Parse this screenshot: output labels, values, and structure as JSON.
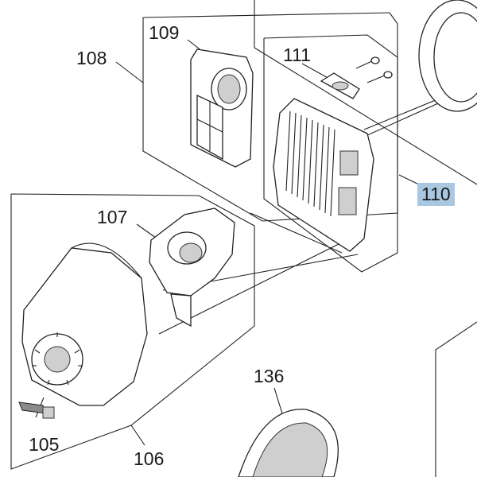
{
  "diagram": {
    "callouts": [
      {
        "id": "105",
        "text": "105"
      },
      {
        "id": "106",
        "text": "106"
      },
      {
        "id": "107",
        "text": "107"
      },
      {
        "id": "108",
        "text": "108"
      },
      {
        "id": "109",
        "text": "109"
      },
      {
        "id": "110",
        "text": "110",
        "highlighted": true
      },
      {
        "id": "111",
        "text": "111"
      },
      {
        "id": "136",
        "text": "136"
      }
    ],
    "highlight_color": "#a9c7e0",
    "line_color": "#222222"
  }
}
